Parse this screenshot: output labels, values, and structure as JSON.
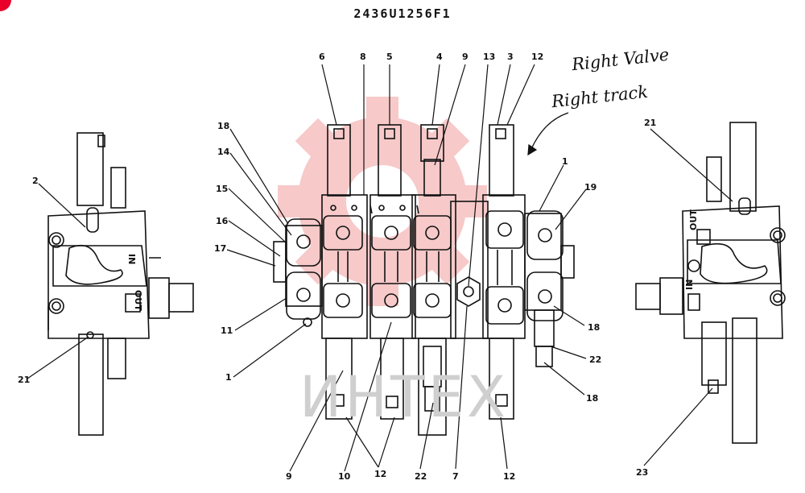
{
  "title": "2436U1256F1",
  "annotations": [
    "Right Valve",
    "Right track"
  ],
  "watermark": "ИНТЕХ",
  "colors": {
    "ink": "#111111",
    "watermark": "#f5b8b8",
    "accent": "#e8002a"
  },
  "callouts": {
    "top": [
      "6",
      "8",
      "5",
      "4",
      "9",
      "13",
      "3",
      "12"
    ],
    "left": [
      "18",
      "14",
      "15",
      "16",
      "17",
      "11",
      "1"
    ],
    "right": [
      "1",
      "19",
      "18",
      "22",
      "18"
    ],
    "bottom": [
      "9",
      "10",
      "12",
      "22",
      "7",
      "12"
    ],
    "left_view": [
      "2",
      "21"
    ],
    "right_view": [
      "21",
      "23"
    ]
  },
  "port_labels": {
    "left_in": "IN",
    "left_out": "OUT",
    "right_in": "IN",
    "right_out": "OUT"
  }
}
